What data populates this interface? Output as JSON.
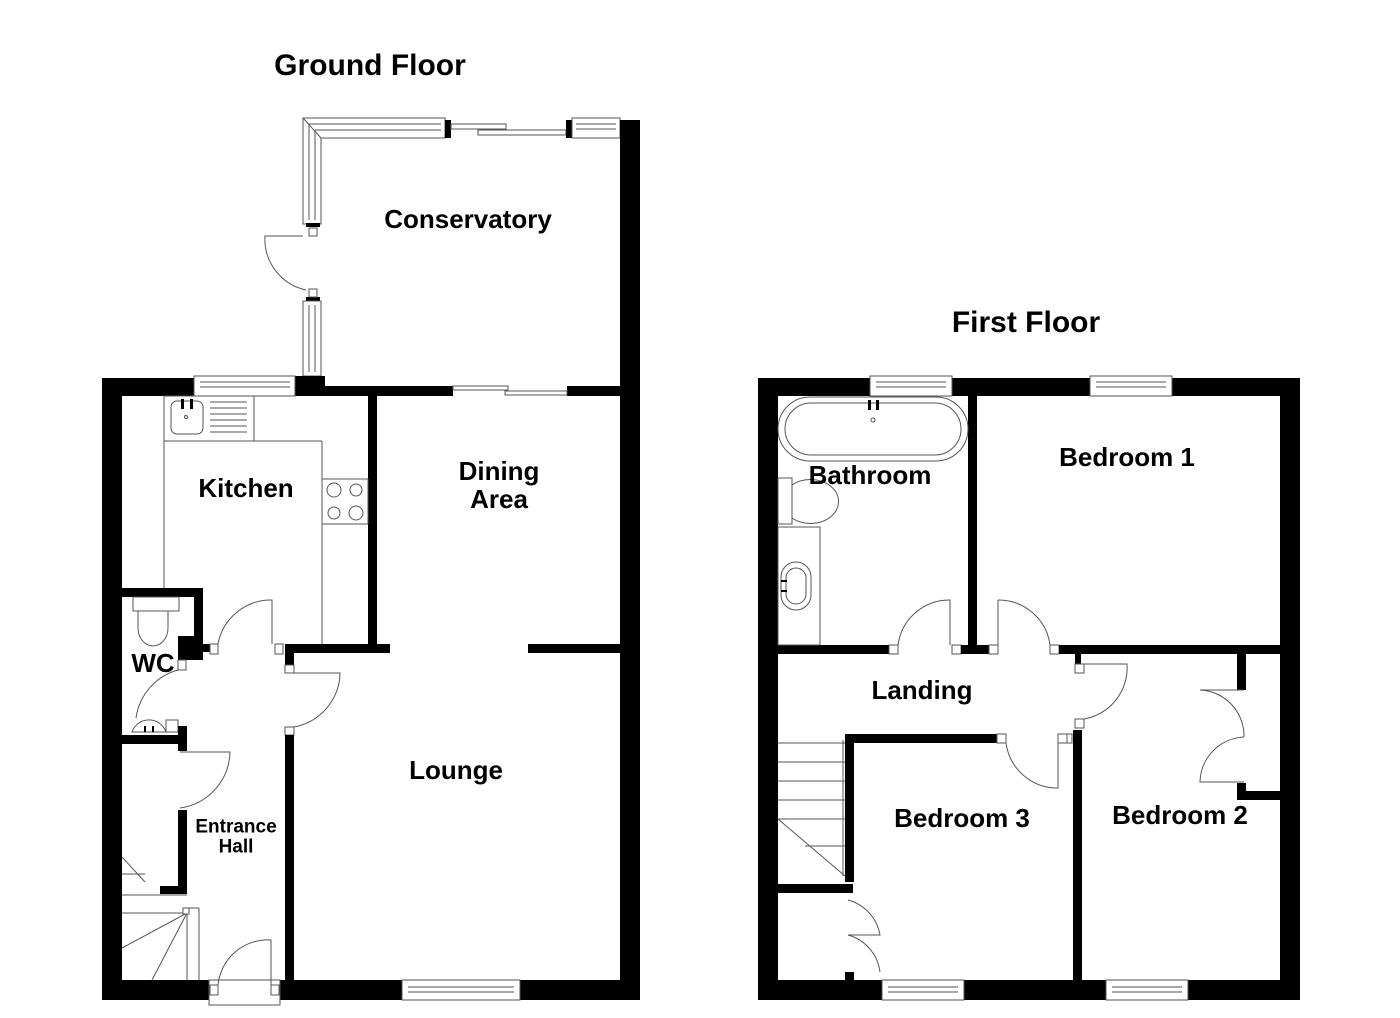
{
  "ground_floor": {
    "title": "Ground Floor",
    "rooms": {
      "conservatory": "Conservatory",
      "kitchen": "Kitchen",
      "dining_area_line1": "Dining",
      "dining_area_line2": "Area",
      "wc": "WC",
      "lounge": "Lounge",
      "entrance_hall_line1": "Entrance",
      "entrance_hall_line2": "Hall"
    }
  },
  "first_floor": {
    "title": "First Floor",
    "rooms": {
      "bathroom": "Bathroom",
      "bedroom_1": "Bedroom 1",
      "landing": "Landing",
      "bedroom_3": "Bedroom 3",
      "bedroom_2": "Bedroom 2"
    }
  }
}
